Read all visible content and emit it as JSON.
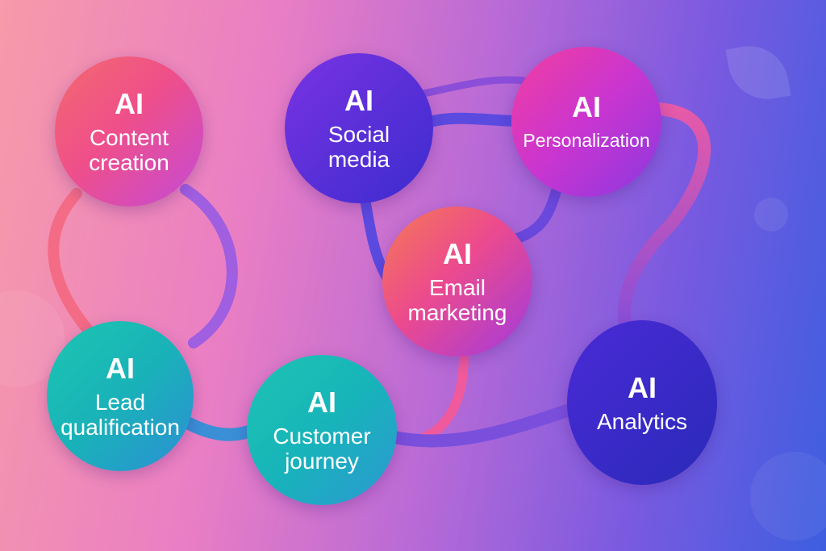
{
  "diagram": {
    "nodes": [
      {
        "id": "content-creation",
        "badge": "AI",
        "label_lines": [
          "Content",
          "creation"
        ]
      },
      {
        "id": "social-media",
        "badge": "AI",
        "label_lines": [
          "Social",
          "media"
        ]
      },
      {
        "id": "personalization",
        "badge": "AI",
        "label_lines": [
          "Personalization"
        ]
      },
      {
        "id": "email-marketing",
        "badge": "AI",
        "label_lines": [
          "Email",
          "marketing"
        ]
      },
      {
        "id": "lead-qualification",
        "badge": "AI",
        "label_lines": [
          "Lead",
          "qualification"
        ]
      },
      {
        "id": "customer-journey",
        "badge": "AI",
        "label_lines": [
          "Customer",
          "journey"
        ]
      },
      {
        "id": "analytics",
        "badge": "AI",
        "label_lines": [
          "Analytics"
        ]
      }
    ],
    "colors": {
      "warm_node": "#f0566f",
      "violet_node": "#7b2fe0",
      "indigo_node": "#3b2ccf",
      "teal_node": "#18b8b0",
      "link_pink": "#f5608e",
      "link_blue": "#5b4ae0"
    }
  }
}
